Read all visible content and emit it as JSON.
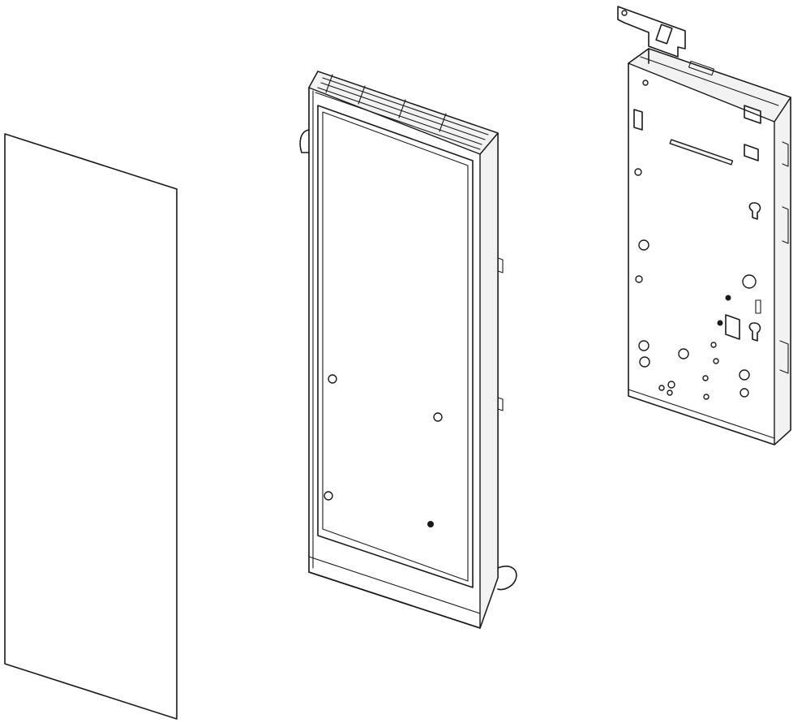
{
  "diagram": {
    "type": "exploded-parts-view",
    "parts": [
      {
        "id": "glass-panel",
        "icon": "door-glass-panel"
      },
      {
        "id": "door-frame",
        "icon": "door-frame-assembly"
      },
      {
        "id": "control-bracket",
        "icon": "control-panel-bracket"
      }
    ]
  }
}
